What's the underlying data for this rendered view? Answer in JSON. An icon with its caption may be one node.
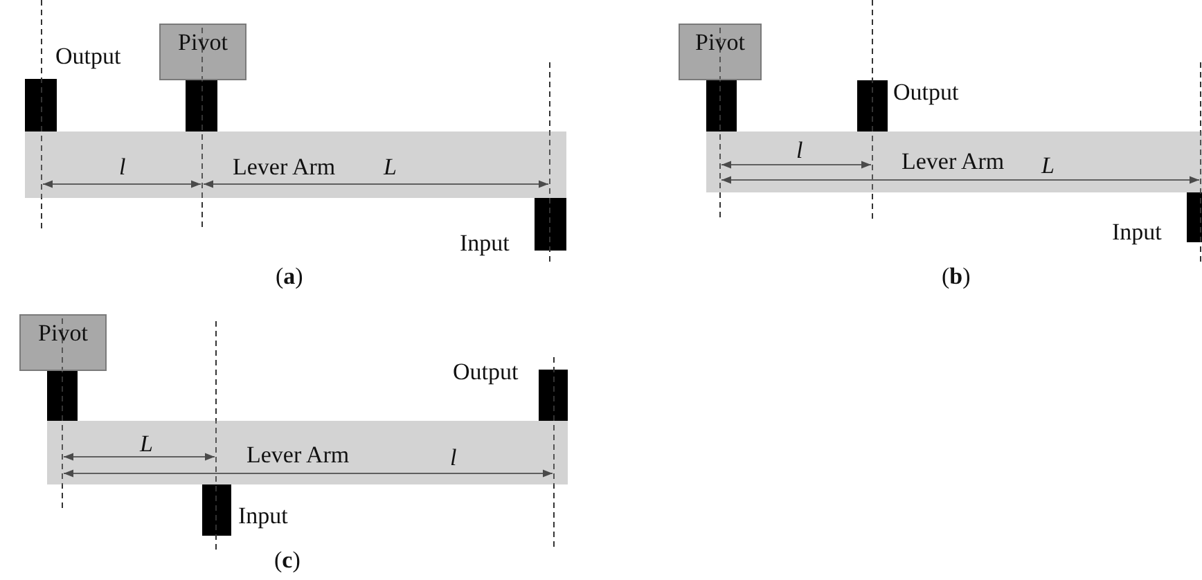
{
  "diagram": {
    "nodes": [
      {
        "text": [
          "Pivot"
        ]
      },
      {
        "text": [
          "Lever Arm"
        ]
      },
      {
        "text": [
          "Pivot"
        ]
      },
      {
        "text": [
          "Lever Arm"
        ]
      },
      {
        "text": [
          "Pivot"
        ]
      },
      {
        "text": [
          "Lever Arm"
        ]
      }
    ],
    "labels": [
      "Output",
      "l",
      "L",
      "Input",
      "(**a**)",
      "Output",
      "l",
      "L",
      "Input",
      "(**b**)",
      "Output",
      "L",
      "l",
      "Input",
      "(**c**)"
    ]
  }
}
